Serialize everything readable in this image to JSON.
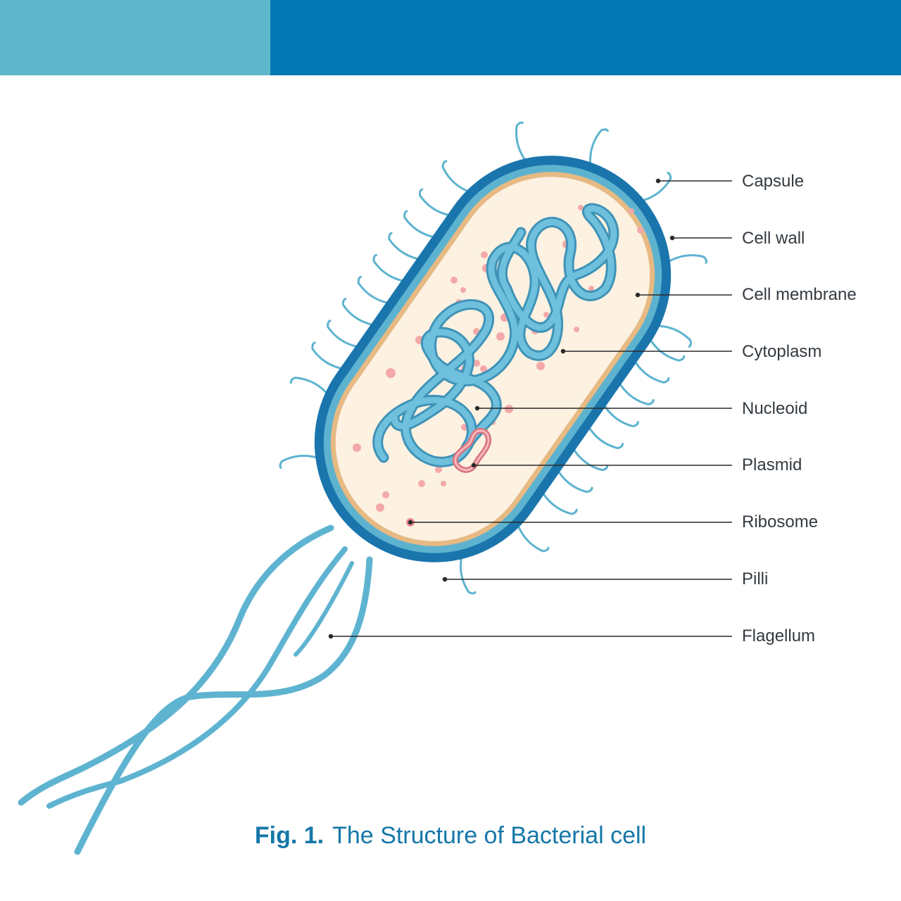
{
  "colors": {
    "band_light": "#5db6cb",
    "band_dark": "#0279b2",
    "capsule": "#1a75ad",
    "cell_wall": "#5db3cf",
    "cell_membrane": "#e7b983",
    "cytoplasm": "#fdf1e1",
    "nucleoid": "#5eb4d0",
    "plasmid": "#e98a92",
    "ribosome": "#f3a9a9",
    "flagellum": "#5eb4d0",
    "leader": "#2a2a2a",
    "caption": "#1577a8"
  },
  "labels": [
    {
      "id": "capsule",
      "text": "Capsule"
    },
    {
      "id": "cell-wall",
      "text": "Cell wall"
    },
    {
      "id": "cell-membrane",
      "text": "Cell membrane"
    },
    {
      "id": "cytoplasm",
      "text": "Cytoplasm"
    },
    {
      "id": "nucleoid",
      "text": "Nucleoid"
    },
    {
      "id": "plasmid",
      "text": "Plasmid"
    },
    {
      "id": "ribosome",
      "text": "Ribosome"
    },
    {
      "id": "pilli",
      "text": "Pilli"
    },
    {
      "id": "flagellum",
      "text": "Flagellum"
    }
  ],
  "caption": {
    "figure_number": "Fig. 1.",
    "title": "The Structure of Bacterial cell"
  }
}
